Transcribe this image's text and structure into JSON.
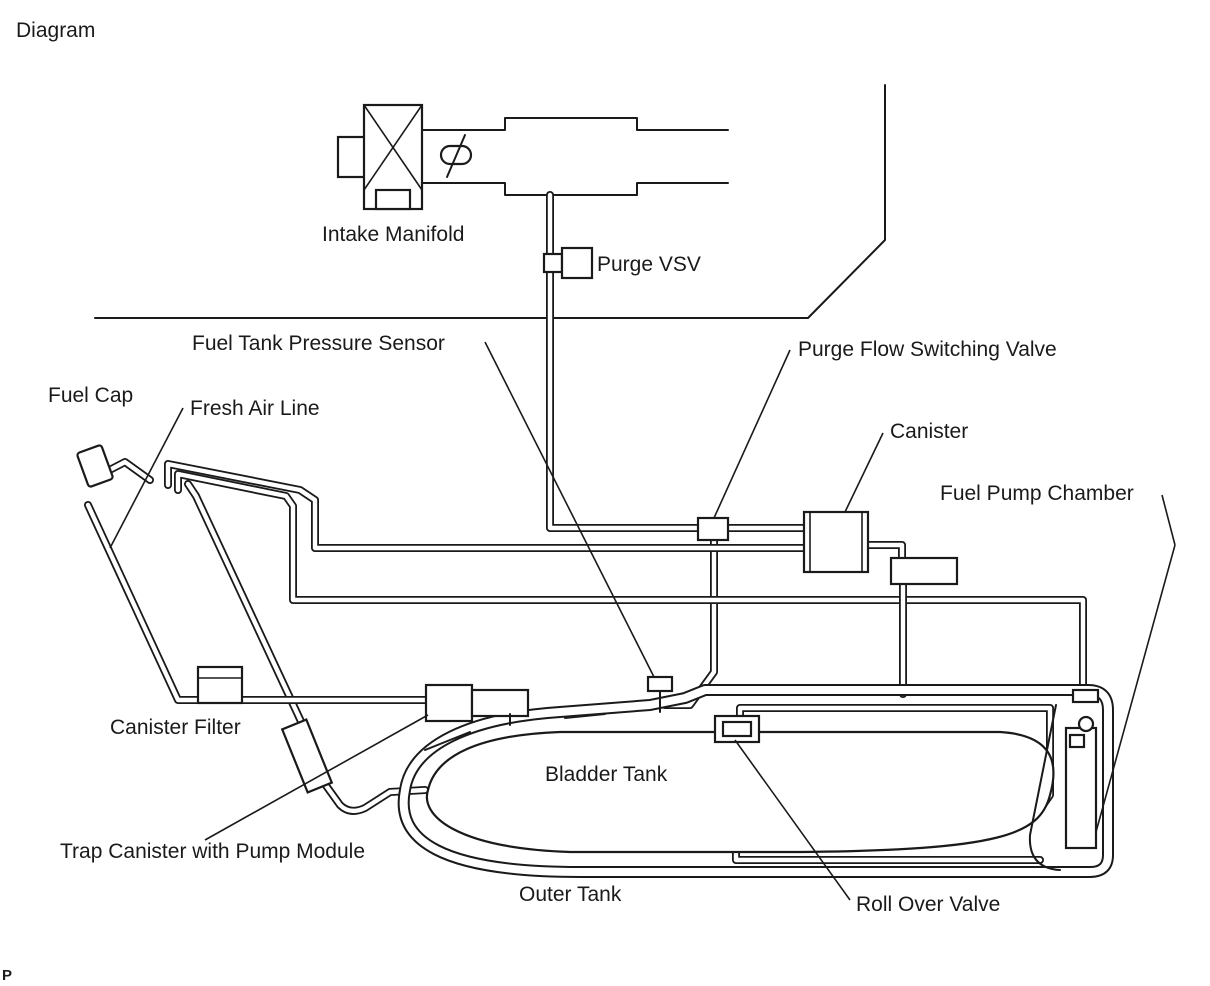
{
  "header": {
    "title": "Diagram"
  },
  "footer": {
    "mark": "P"
  },
  "labels": {
    "intake_manifold": "Intake Manifold",
    "purge_vsv": "Purge VSV",
    "fuel_tank_pressure_sensor": "Fuel Tank Pressure Sensor",
    "purge_flow_switching_valve": "Purge Flow Switching Valve",
    "fuel_cap": "Fuel Cap",
    "fresh_air_line": "Fresh Air Line",
    "canister": "Canister",
    "fuel_pump_chamber": "Fuel Pump Chamber",
    "canister_filter": "Canister Filter",
    "bladder_tank": "Bladder Tank",
    "trap_canister": "Trap Canister with Pump Module",
    "outer_tank": "Outer Tank",
    "roll_over_valve": "Roll Over Valve"
  },
  "colors": {
    "ink": "#1a1a1a",
    "background": "#ffffff"
  }
}
